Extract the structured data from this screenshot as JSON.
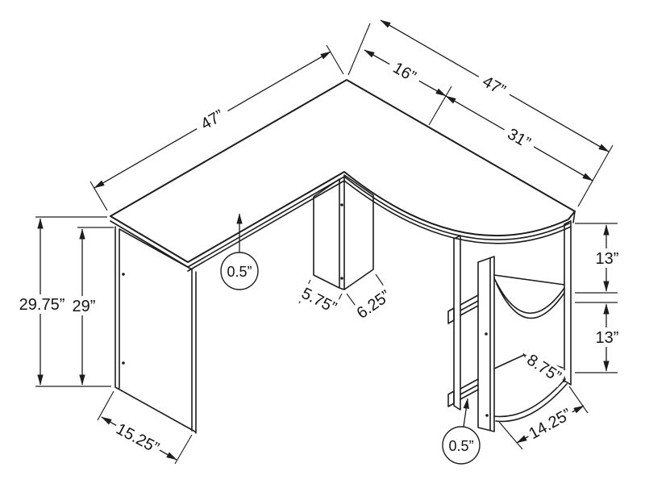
{
  "drawing": {
    "subject": "l-shaped-desk-line-drawing",
    "line_color": "#1d1d1f",
    "background": "#ffffff"
  },
  "dimensions": {
    "left_top_length": "47”",
    "right_corner_depth": "16”",
    "right_top_length": "47”",
    "right_front_length": "31”",
    "overall_height": "29.75”",
    "panel_height": "29”",
    "desktop_thickness": "0.5”",
    "column_base_depth": "5.75”",
    "column_base_width": "6.25”",
    "upper_shelf_gap": "13”",
    "lower_shelf_gap": "13”",
    "shelf_depth": "8.75”",
    "panel_depth": "15.25”",
    "bottom_shelf_width": "14.25”",
    "shelf_thickness": "0.5”"
  }
}
